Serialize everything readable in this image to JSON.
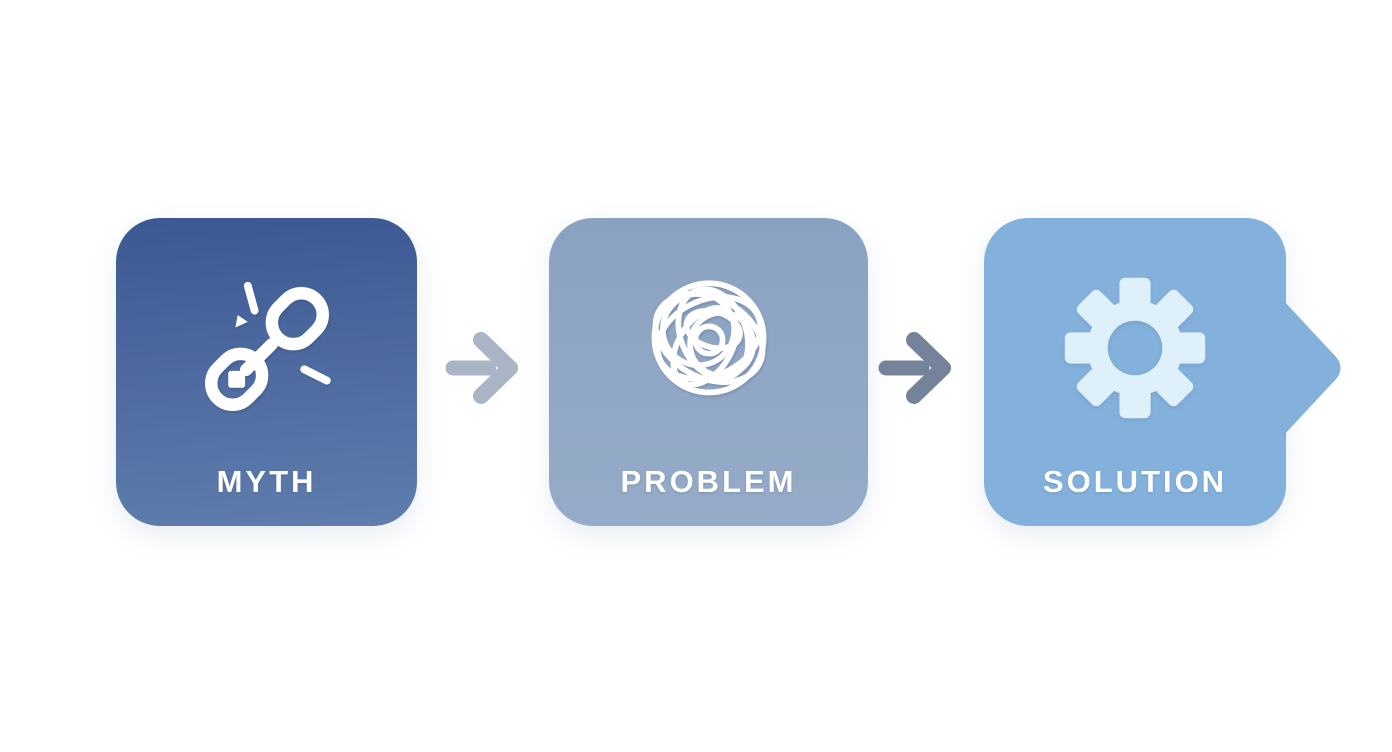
{
  "diagram": {
    "name": "myth-problem-solution-flow",
    "steps": [
      {
        "label": "MYTH",
        "icon": "broken-chain-icon",
        "shape": "rounded-square"
      },
      {
        "label": "PROBLEM",
        "icon": "tangled-scribble-icon",
        "shape": "rounded-square"
      },
      {
        "label": "SOLUTION",
        "icon": "gear-icon",
        "shape": "rounded-square-with-right-pointer"
      }
    ],
    "arrows": [
      {
        "direction": "right",
        "color": "#a9b4c4"
      },
      {
        "direction": "right",
        "color": "#74839a"
      }
    ]
  },
  "colors": {
    "background": "#ffffff",
    "myth-top": "#3c5893",
    "myth-bottom": "#607dae",
    "problem-top": "#8aa2c1",
    "problem-bottom": "#95abc8",
    "solution": "#84b1dc",
    "gear": "#def0fa",
    "arrow1": "#a9b4c4",
    "arrow2": "#74839a",
    "icon": "#ffffff",
    "label": "#ffffff"
  }
}
